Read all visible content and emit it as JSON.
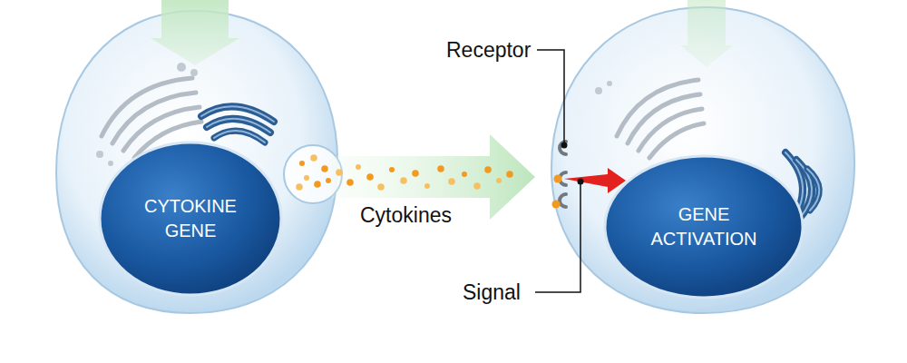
{
  "diagram": {
    "nodes": [
      {
        "text": [
          "CYTOKINE GENE"
        ]
      },
      {
        "text": [
          "GENE ACTIVATION"
        ]
      }
    ],
    "labels": [
      "Receptor",
      "Cytokines",
      "Signal"
    ]
  }
}
